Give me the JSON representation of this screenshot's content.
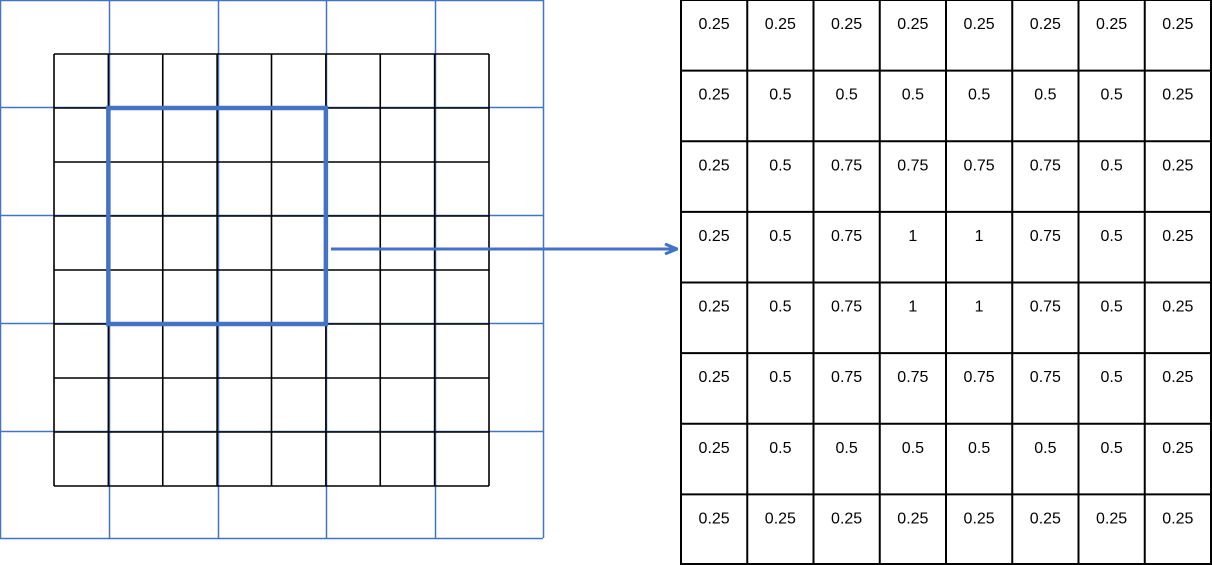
{
  "colors": {
    "coarse_grid": "#4472c4",
    "fine_grid": "#000000",
    "window_highlight": "#4472c4",
    "arrow": "#4472c4",
    "table_border": "#000000"
  },
  "left_figure": {
    "coarse_grid_cells": [
      5,
      5
    ],
    "fine_grid_cells": [
      8,
      8
    ],
    "window_span_fine_cells": [
      4,
      4
    ]
  },
  "weight_table": {
    "rows": [
      [
        "0.25",
        "0.25",
        "0.25",
        "0.25",
        "0.25",
        "0.25",
        "0.25",
        "0.25"
      ],
      [
        "0.25",
        "0.5",
        "0.5",
        "0.5",
        "0.5",
        "0.5",
        "0.5",
        "0.25"
      ],
      [
        "0.25",
        "0.5",
        "0.75",
        "0.75",
        "0.75",
        "0.75",
        "0.5",
        "0.25"
      ],
      [
        "0.25",
        "0.5",
        "0.75",
        "1",
        "1",
        "0.75",
        "0.5",
        "0.25"
      ],
      [
        "0.25",
        "0.5",
        "0.75",
        "1",
        "1",
        "0.75",
        "0.5",
        "0.25"
      ],
      [
        "0.25",
        "0.5",
        "0.75",
        "0.75",
        "0.75",
        "0.75",
        "0.5",
        "0.25"
      ],
      [
        "0.25",
        "0.5",
        "0.5",
        "0.5",
        "0.5",
        "0.5",
        "0.5",
        "0.25"
      ],
      [
        "0.25",
        "0.25",
        "0.25",
        "0.25",
        "0.25",
        "0.25",
        "0.25",
        "0.25"
      ]
    ]
  }
}
